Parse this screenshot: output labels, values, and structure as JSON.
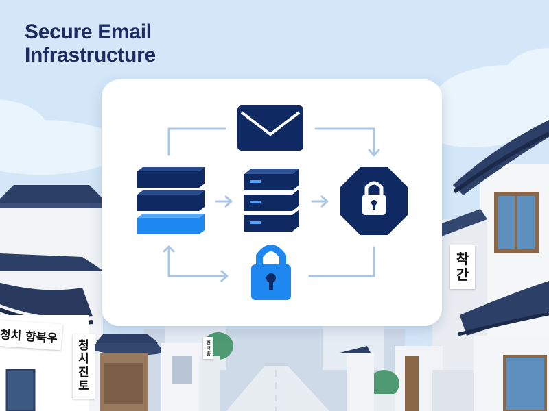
{
  "title": {
    "line1": "Secure Email",
    "line2": "Infrastructure"
  },
  "signs": {
    "right": [
      "착",
      "간"
    ],
    "left_banner": "청치 향북우",
    "left_vertical": [
      "청",
      "시",
      "진",
      "토"
    ],
    "small_vertical": "천 어 흥"
  },
  "diagram": {
    "icons": [
      "envelope-icon",
      "database-icon",
      "server-icon",
      "octagon-lock-icon",
      "padlock-icon",
      "arrow-icon"
    ]
  },
  "colors": {
    "navy": "#0f2a63",
    "bright_blue": "#1e88f0",
    "arrow": "#a9c7e4",
    "title": "#1b2b63",
    "roof": "#2c3f67",
    "sky": "#d6e8f7"
  }
}
